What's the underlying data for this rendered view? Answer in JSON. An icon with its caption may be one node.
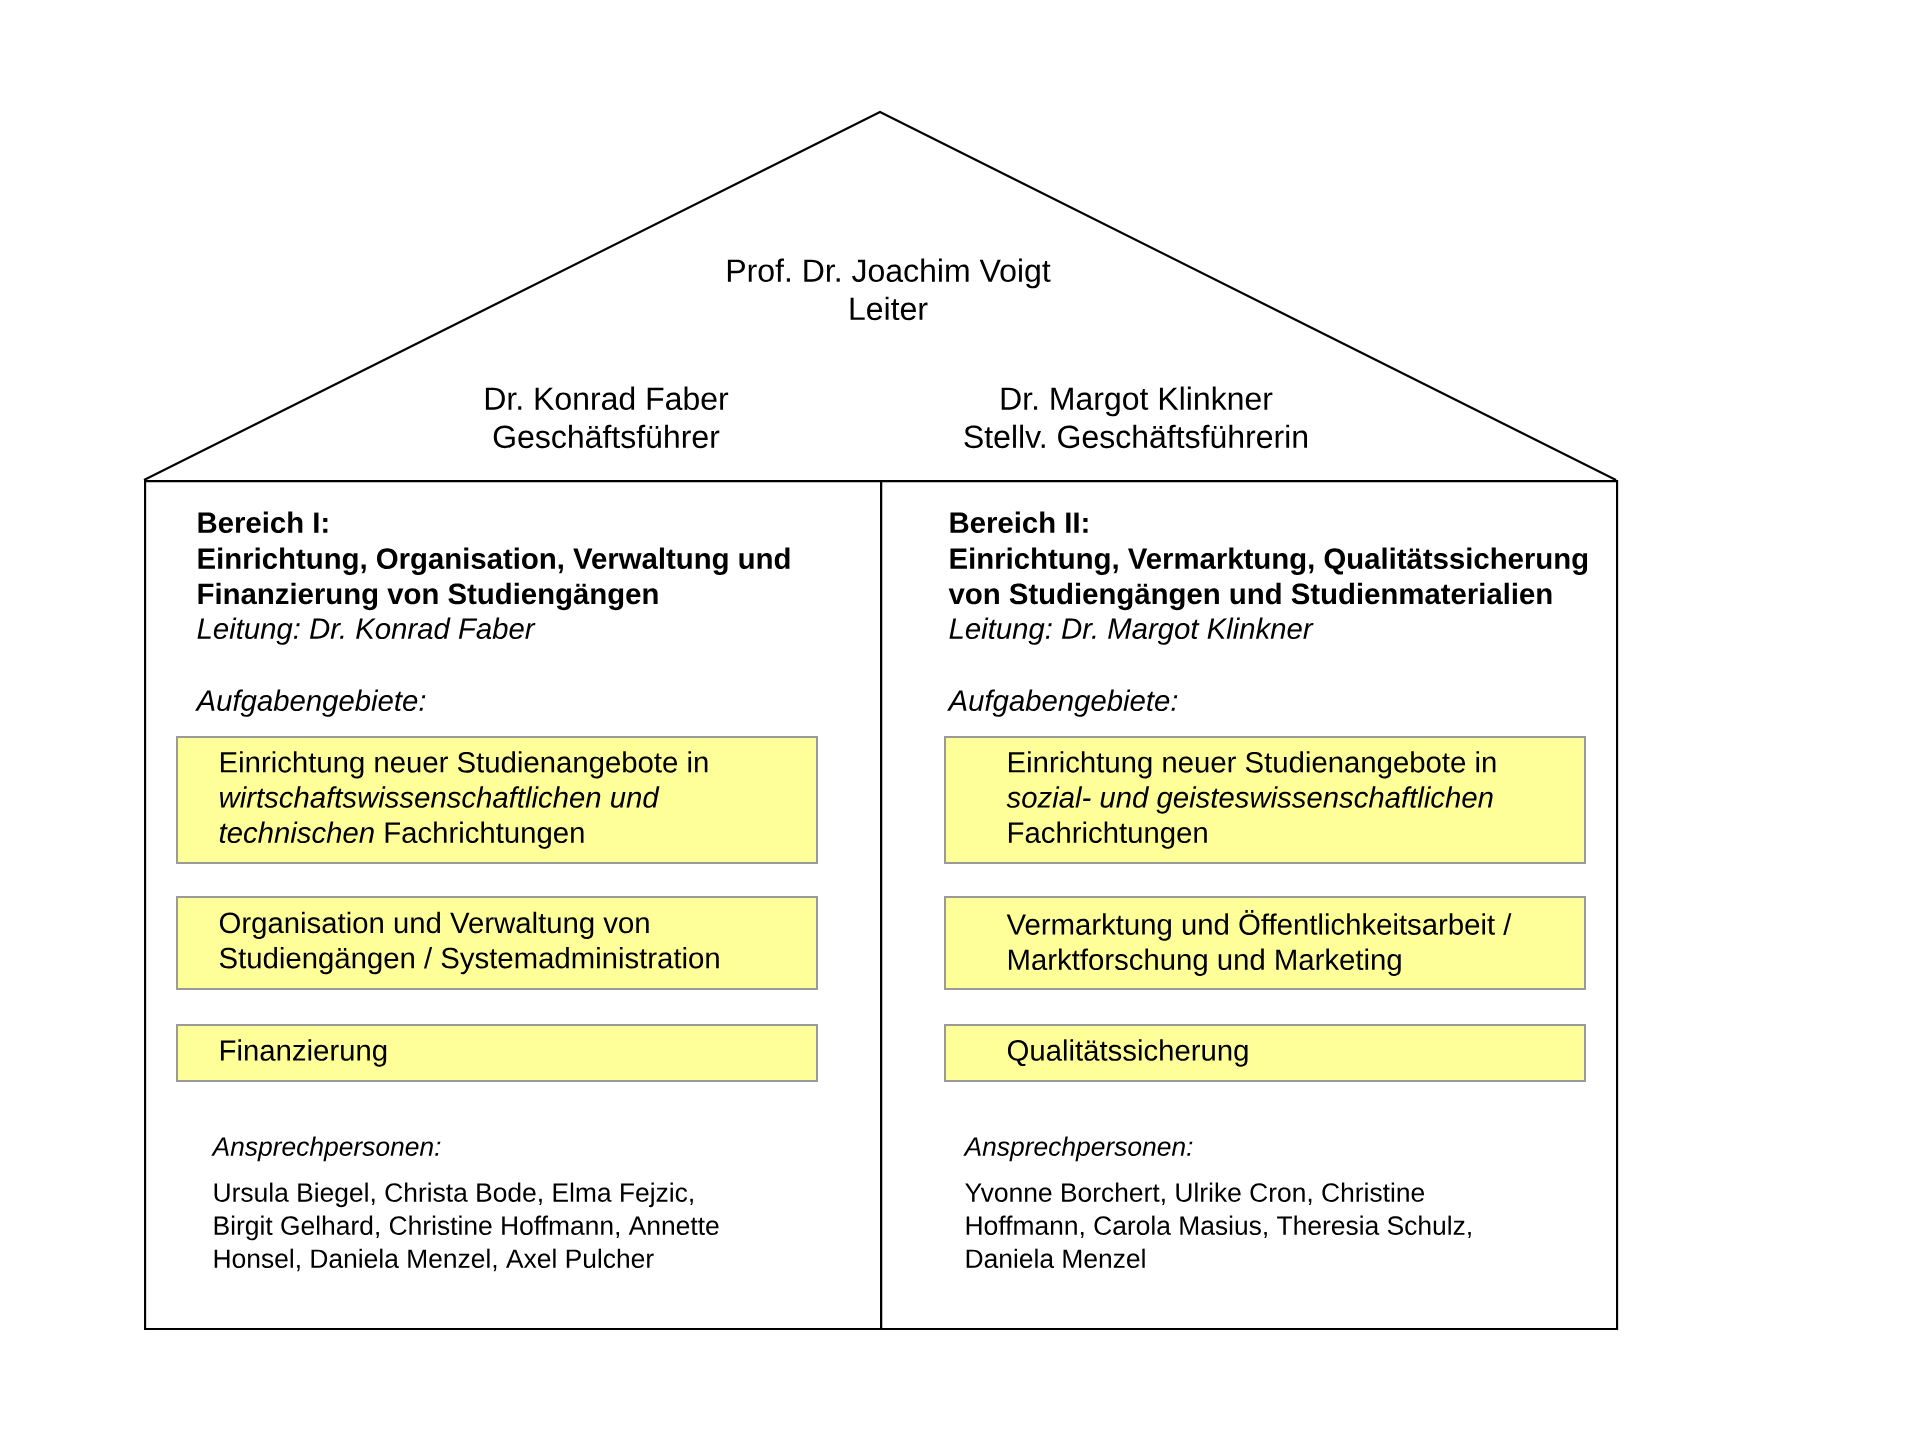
{
  "diagram": {
    "nodes": [
      {
        "text": [
          "Prof. Dr. Joachim Voigt Leiter",
          "Dr. Konrad Faber Geschäftsführer",
          "Dr. Margot Klinkner Stellv. Geschäftsführerin"
        ]
      },
      {
        "text": [
          "Bereich I:",
          "Einrichtung, Organisation, Verwaltung und Finanzierung von Studiengängen",
          "Leitung: Dr. Konrad Faber",
          "Aufgabengebiete:",
          "Ansprechpersonen:",
          "Ursula Biegel, Christa Bode, Elma Fejzic, Birgit Gelhard, Christine Hoffmann, Annette Honsel, Daniela Menzel, Axel Pulcher"
        ]
      },
      {
        "text": [
          "Einrichtung neuer Studienangebote in *wirtschaftswissenschaftlichen und technischen* Fachrichtungen"
        ],
        "in": 1
      },
      {
        "text": [
          "Organisation und Verwaltung von Studiengängen / Systemadministration"
        ],
        "in": 1
      },
      {
        "text": [
          "Finanzierung"
        ],
        "in": 1
      },
      {
        "text": [
          "Bereich II:",
          "Einrichtung, Vermarktung, Qualitätssicherung von Studiengängen und Studienmaterialien",
          "Leitung: Dr. Margot Klinkner",
          "Aufgabengebiete:",
          "Ansprechpersonen:",
          "Yvonne Borchert, Ulrike Cron, Christine Hoffmann, Carola Masius, Theresia Schulz, Daniela Menzel"
        ]
      },
      {
        "text": [
          "Einrichtung neuer Studienangebote in *sozial- und geisteswissenschaftlichen* Fachrichtungen"
        ],
        "in": 5
      },
      {
        "text": [
          "Vermarktung und Öffentlichkeitsarbeit / Marktforschung und Marketing"
        ],
        "in": 5
      },
      {
        "text": [
          "Qualitätssicherung"
        ],
        "in": 5
      }
    ]
  }
}
